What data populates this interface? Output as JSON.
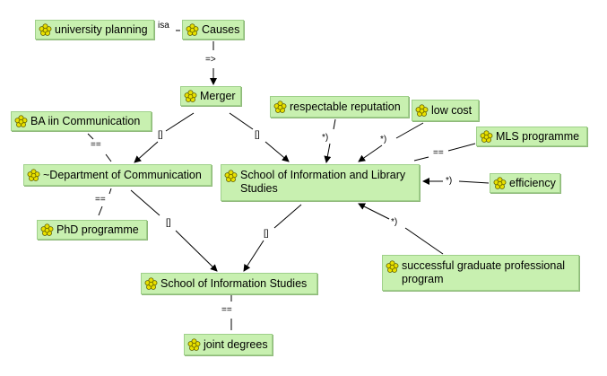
{
  "nodes": {
    "university_planning": "university planning",
    "causes": "Causes",
    "merger": "Merger",
    "respectable_reputation": "respectable reputation",
    "low_cost": "low cost",
    "ba_communication": "BA iin Communication",
    "mls_programme": "MLS programme",
    "dept_communication": "~Department of Communication",
    "sils": "School of Information and Library Studies",
    "efficiency": "efficiency",
    "phd_programme": "PhD programme",
    "sis": "School of Information Studies",
    "successful_program": "successful graduate professional program",
    "joint_degrees": "joint degrees"
  },
  "edge_labels": {
    "isa": "isa",
    "implies": "=>",
    "merger_to_dept": "[]",
    "merger_to_sils": "[]",
    "ba_eq": "==",
    "reputation_cause": "*)",
    "lowcost_cause": "*)",
    "mls_eq": "==",
    "efficiency_cause": "*)",
    "phd_eq": "==",
    "dept_to_sis": "[]",
    "sils_to_sis": "[]",
    "success_cause": "*)",
    "joint_eq": "=="
  },
  "colors": {
    "node_fill": "#c8f0b0",
    "icon_fill": "#e8e000",
    "edge": "#000000"
  },
  "icon": "flower-icon"
}
